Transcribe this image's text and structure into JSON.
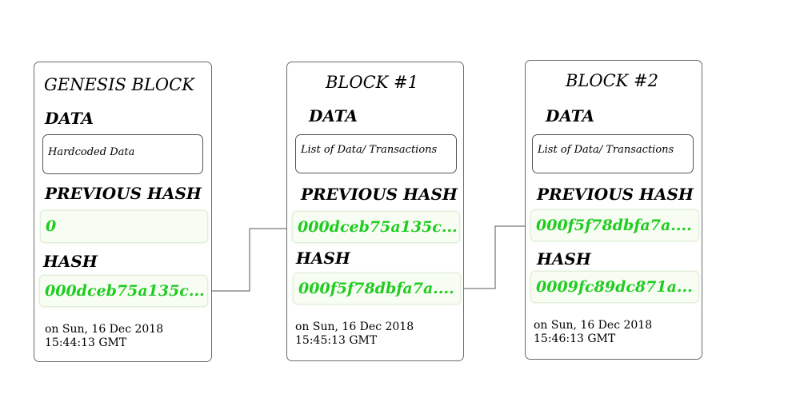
{
  "blocks": [
    {
      "title": "GENESIS BLOCK",
      "data_label": "DATA",
      "data_value": "Hardcoded Data",
      "prev_hash_label": "PREVIOUS HASH",
      "prev_hash": "0",
      "hash_label": "HASH",
      "hash": "000dceb75a135c...",
      "timestamp_line1": "on Sun, 16 Dec 2018",
      "timestamp_line2": "15:44:13 GMT"
    },
    {
      "title": "BLOCK #1",
      "data_label": "DATA",
      "data_value": "List of Data/ Transactions",
      "prev_hash_label": "PREVIOUS HASH",
      "prev_hash": "000dceb75a135c...",
      "hash_label": "HASH",
      "hash": "000f5f78dbfa7a....",
      "timestamp_line1": "on Sun, 16 Dec 2018",
      "timestamp_line2": "15:45:13 GMT"
    },
    {
      "title": "BLOCK #2",
      "data_label": "DATA",
      "data_value": "List of Data/ Transactions",
      "prev_hash_label": "PREVIOUS HASH",
      "prev_hash": "000f5f78dbfa7a....",
      "hash_label": "HASH",
      "hash": "0009fc89dc871a...",
      "timestamp_line1": "on Sun, 16 Dec 2018",
      "timestamp_line2": "15:46:13 GMT"
    }
  ],
  "colors": {
    "hash_text": "#1fcc1f",
    "border": "#6b6b6b",
    "connector": "#555555"
  }
}
